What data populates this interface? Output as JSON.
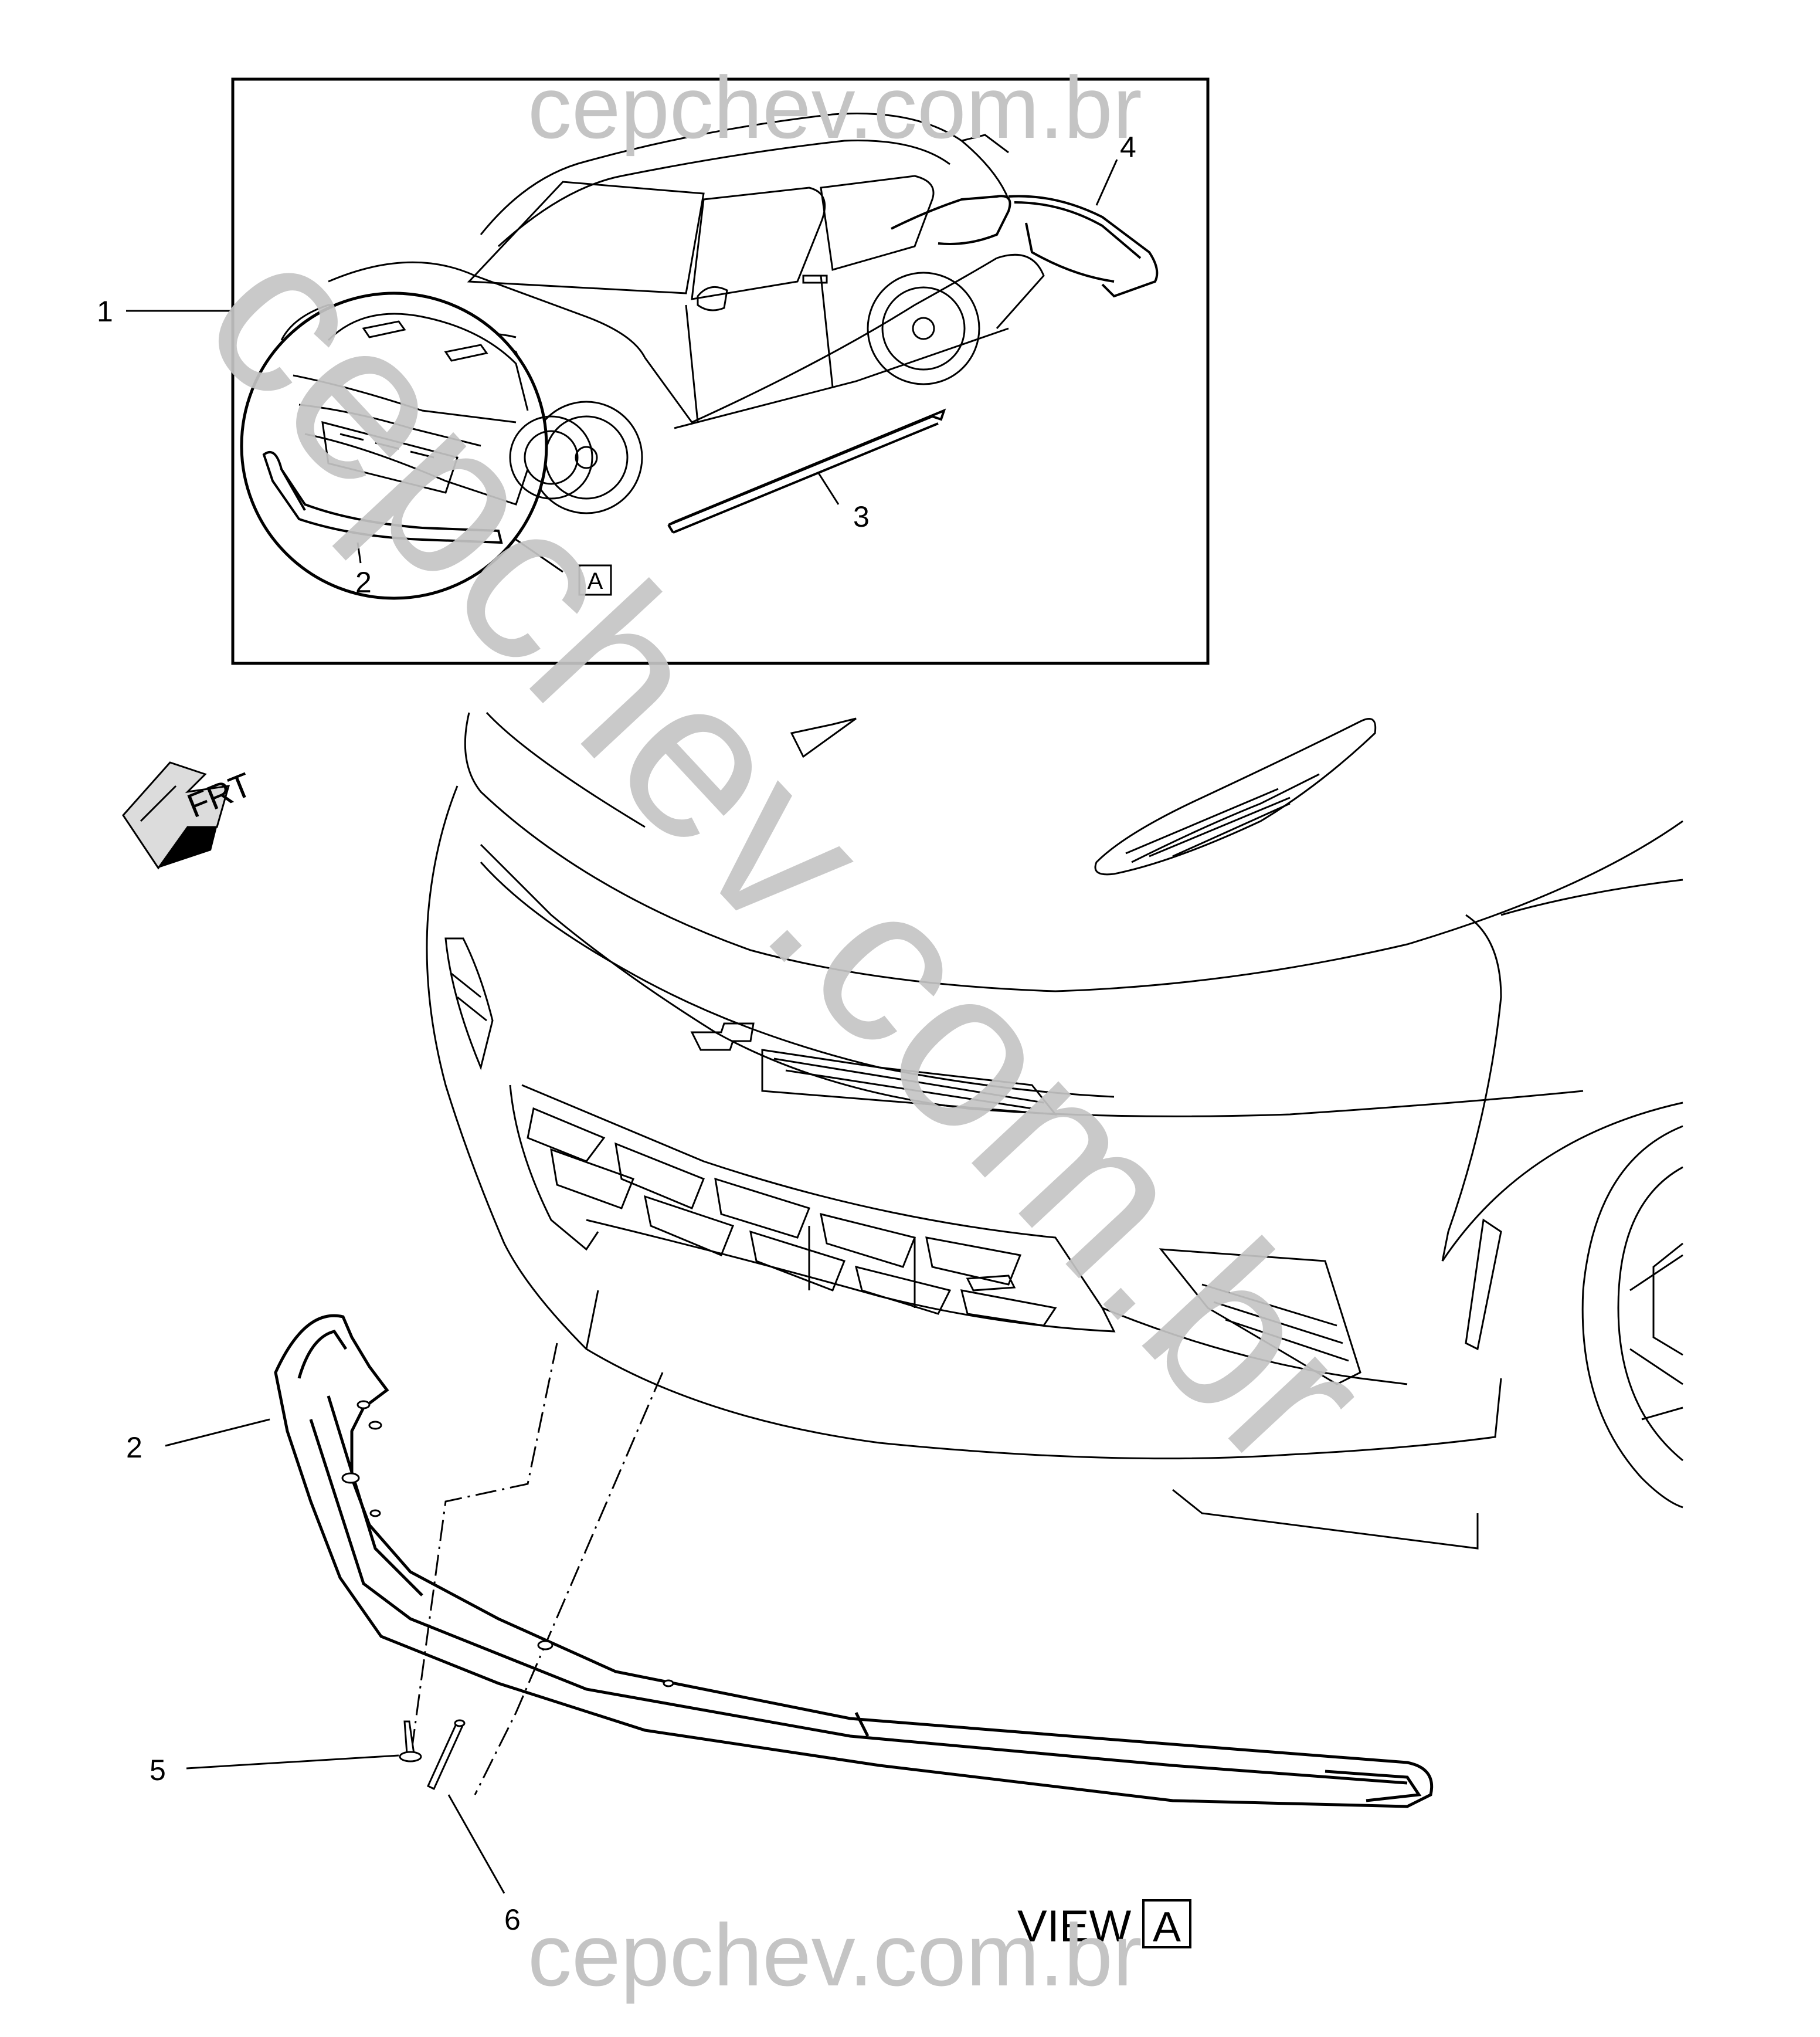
{
  "callouts": {
    "c1": "1",
    "c2_top": "2",
    "c3": "3",
    "c4": "4",
    "c2_main": "2",
    "c5": "5",
    "c6": "6"
  },
  "view_tag": {
    "box_letter": "A",
    "view_label": "VIEW",
    "view_letter": "A"
  },
  "front_arrow": {
    "label": "FRT",
    "icon": "front-direction-arrow-icon"
  },
  "watermarks": {
    "top": "cepchev.com.br",
    "diagonal": "cepchev.com.br",
    "bottom": "cepchev.com.br"
  },
  "colors": {
    "line": "#000000",
    "watermark": "#c4c4c4",
    "background": "#ffffff"
  }
}
